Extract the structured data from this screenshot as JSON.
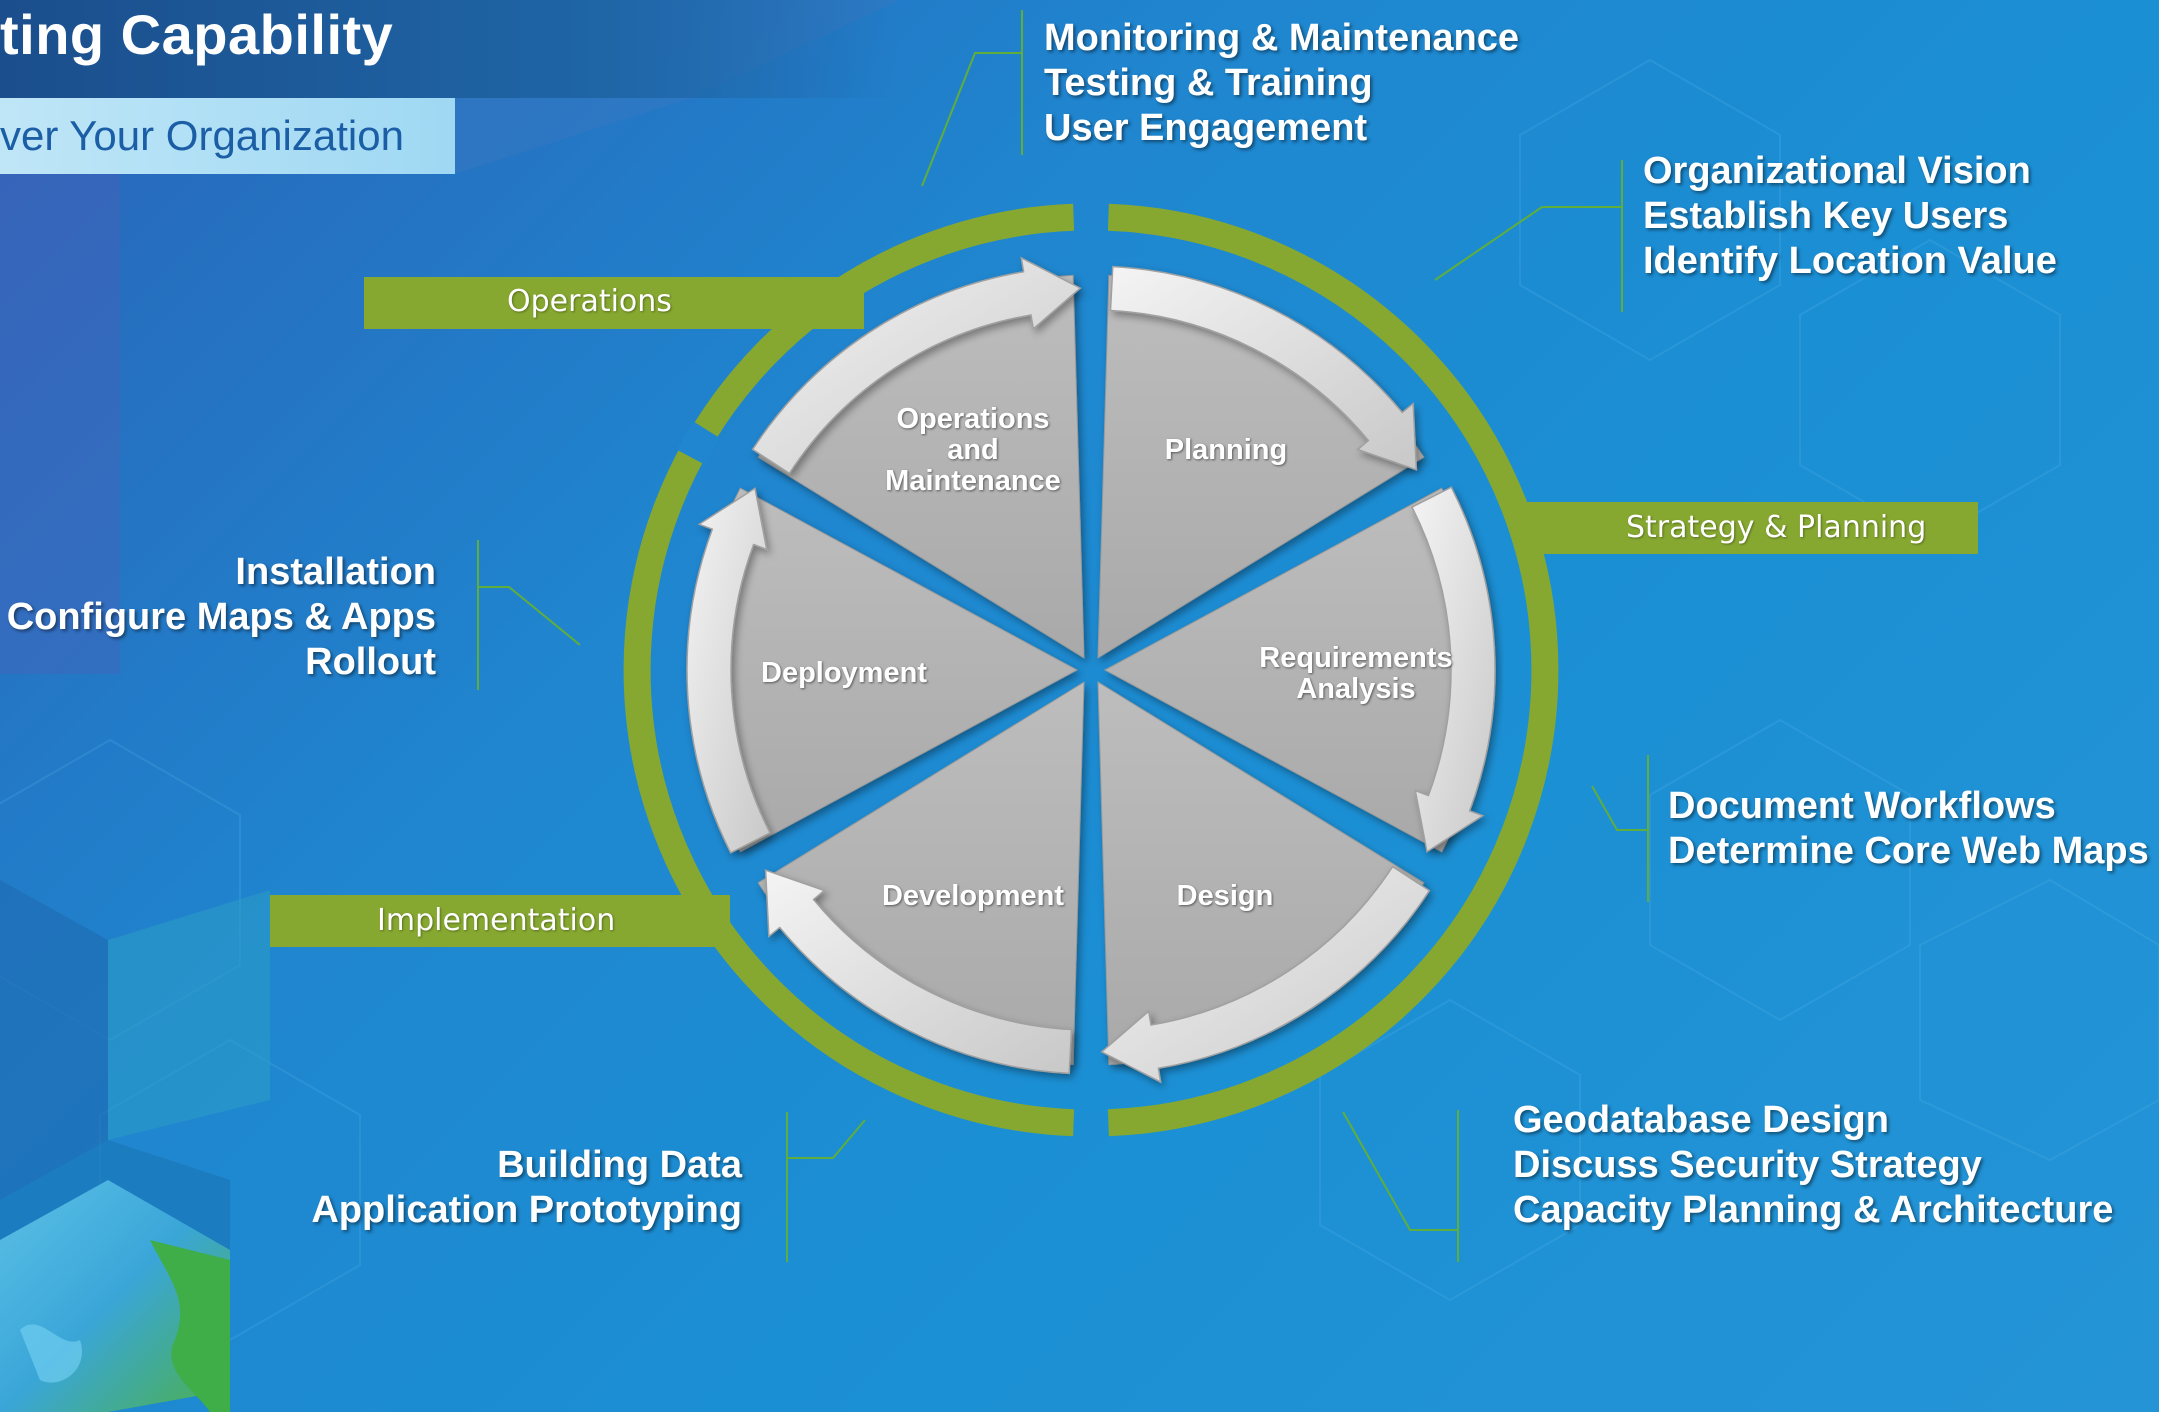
{
  "header": {
    "title": "ting Capability",
    "subtitle": "ver Your Organization"
  },
  "phases": {
    "operations": "Operations",
    "strategy": "Strategy & Planning",
    "implementation": "Implementation"
  },
  "segments": {
    "operations_maintenance": [
      "Operations",
      "and",
      "Maintenance"
    ],
    "planning": "Planning",
    "requirements": [
      "Requirements",
      "Analysis"
    ],
    "design": "Design",
    "development": "Development",
    "deployment": "Deployment"
  },
  "notes": {
    "operations": [
      "Monitoring & Maintenance",
      "Testing & Training",
      "User Engagement"
    ],
    "planning": [
      "Organizational Vision",
      "Establish Key Users",
      "Identify Location Value"
    ],
    "requirements": [
      "Document Workflows",
      "Determine Core Web Maps"
    ],
    "design": [
      "Geodatabase Design",
      "Discuss Security Strategy",
      "Capacity Planning  & Architecture"
    ],
    "development": [
      "Building Data",
      "Application Prototyping"
    ],
    "deployment": [
      "Installation",
      "Configure Maps & Apps",
      "Rollout"
    ]
  },
  "colors": {
    "ring": "#86a830",
    "segment": "#b3b3b3",
    "arrow": "#e8e8e8",
    "background": "#1b8fd4"
  }
}
